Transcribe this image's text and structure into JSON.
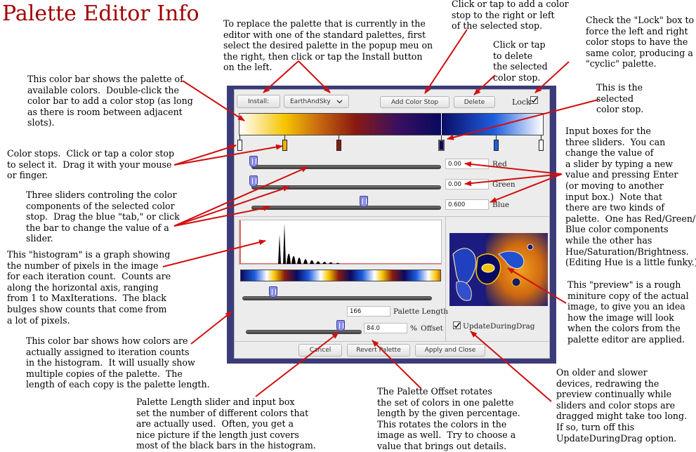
{
  "page_title": "Palette Editor Info",
  "editor": {
    "install_label": "Install:",
    "palette_select_value": "EarthAndSky",
    "add_stop_label": "Add Color Stop",
    "delete_label": "Delete",
    "lock_label": "Lock",
    "lock_checked": true,
    "red_value": "0.00",
    "red_label": "Red",
    "green_value": "0.00",
    "green_label": "Green",
    "blue_value": "0.600",
    "blue_label": "Blue",
    "palette_length_value": "166",
    "palette_length_label": "Palette Length",
    "offset_value": "84.0",
    "offset_unit": "%",
    "offset_label": "Offset",
    "update_during_drag_label": "UpdateDuringDrag",
    "update_during_drag_checked": true,
    "cancel_label": "Cancel",
    "revert_label": "Revert Palette",
    "apply_label": "Apply and Close",
    "stop_colors": [
      "#ffffff",
      "#f0b400",
      "#8a1a10",
      "#0a0a60",
      "#1e5ee0",
      "#ffffff"
    ],
    "selected_stop": 3
  },
  "notes": {
    "replace_palette": "To replace the palette that is currently in the\neditor with one of the standard palettes, first\nselect the desired palette in the popup meu on\nthe right, then click or tap the Install button\non the left.",
    "add_stop": "Click or tap to add a color\nstop to the right or left\nof the selected stop.",
    "delete_stop": "Click or tap\nto delete\nthe selected\ncolor stop.",
    "lock": "Check the \"Lock\" box to\nforce the left and right\ncolor stops to have the\nsame color, producing a\n\"cyclic\" palette.",
    "selected_stop": "This is the\nselected\ncolor stop.",
    "color_bar": "This color bar shows the palette of\navailable colors.  Double-click the\ncolor bar to add a color stop (as long\nas there is room between adjacent\nslots).",
    "color_stops": "Color stops.  Click or tap a color stop\nto select it.  Drag it with your mouse\nor finger.",
    "sliders": "Three sliders controling the color\ncomponents of the selected color\nstop.  Drag the blue \"tab,\" or click\nthe bar to change the value of a\nslider.",
    "input_boxes": "Input boxes for the\nthree sliders.  You can\nchange the value of\na slider by typing a new\nvalue and pressing Enter\n(or moving to another\ninput box.)  Note that\nthere are two kinds of\npalette.  One has Red/Green/\nBlue color components\nwhile the other has\nHue/Saturation/Brightness.\n(Editing Hue is a little funky.)",
    "histogram": "This \"histogram\" is a graph showing\nthe number of pixels in the image\nfor each iteration count.  Counts are\nalong the horizontal axis, ranging\nfrom 1 to MaxIterations.  The black\nbulges show counts that come from\na lot of pixels.",
    "preview": "This \"preview\" is a rough\nminiture copy of the actual\nimage, to give you an idea\nhow the image will look\nwhen the colors from the\npalette editor are applied.",
    "assigned_bar": "This color bar shows how colors are\nactually assigned to iteration counts\nin the histogram.  It will usually show\nmultiple copies of the palette.  The\nlength of each copy is the palette length.",
    "update_during_drag": "On older and slower\ndevices, redrawing the\npreview continually while\nsliders and color stops are\ndragged might take too long.\nIf so, turn off this\nUpdateDuringDrag option.",
    "palette_length": "Palette Length slider and input box\nset the number of different colors that\nare actually used.  Often, you get a\nnice picture if the length just covers\nmost of the black bars in the histogram.",
    "palette_offset": "The Palette Offset rotates\nthe set of colors in one palette\nlength by the given percentage.\nThis rotates the colors in the\nimage as well.  Try to choose a\nvalue that brings out details."
  }
}
